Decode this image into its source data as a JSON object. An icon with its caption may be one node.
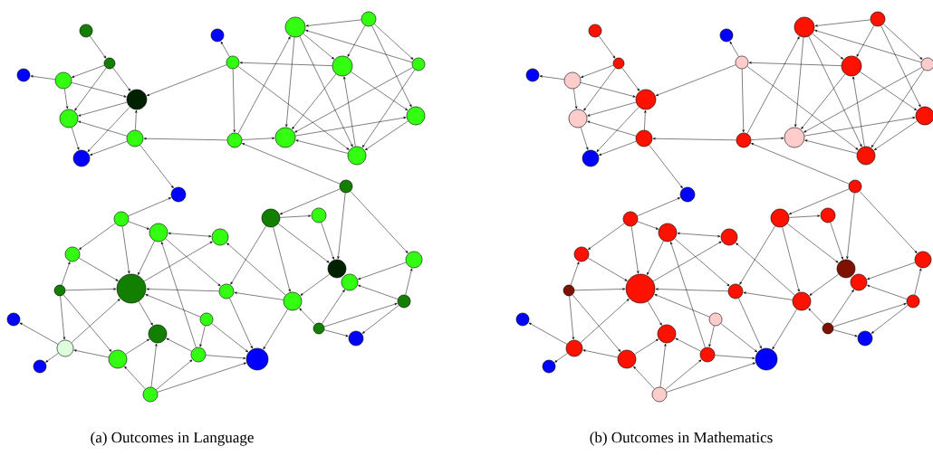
{
  "diagram": {
    "nodes": [
      {
        "text": [],
        "shape": "circle"
      },
      {
        "text": [],
        "shape": "circle"
      },
      {
        "text": [],
        "shape": "circle"
      },
      {
        "text": [],
        "shape": "circle"
      },
      {
        "text": [],
        "shape": "circle"
      },
      {
        "text": [],
        "shape": "circle"
      },
      {
        "text": [],
        "shape": "circle"
      },
      {
        "text": [],
        "shape": "circle"
      },
      {
        "text": [],
        "shape": "circle"
      },
      {
        "text": [],
        "shape": "circle"
      },
      {
        "text": [],
        "shape": "circle"
      },
      {
        "text": [],
        "shape": "circle"
      },
      {
        "text": [],
        "shape": "circle"
      },
      {
        "text": [],
        "shape": "circle"
      },
      {
        "text": [],
        "shape": "circle"
      },
      {
        "text": [],
        "shape": "circle"
      },
      {
        "text": [],
        "shape": "circle"
      },
      {
        "text": [],
        "shape": "circle"
      },
      {
        "text": [],
        "shape": "circle"
      },
      {
        "text": [],
        "shape": "circle"
      },
      {
        "text": [],
        "shape": "circle"
      },
      {
        "text": [],
        "shape": "circle"
      },
      {
        "text": [],
        "shape": "circle"
      },
      {
        "text": [],
        "shape": "circle"
      },
      {
        "text": [],
        "shape": "circle"
      },
      {
        "text": [],
        "shape": "circle"
      },
      {
        "text": [],
        "shape": "circle"
      },
      {
        "text": [],
        "shape": "circle"
      },
      {
        "text": [],
        "shape": "circle"
      },
      {
        "text": [],
        "shape": "circle"
      },
      {
        "text": [],
        "shape": "circle"
      },
      {
        "text": [],
        "shape": "circle"
      },
      {
        "text": [],
        "shape": "circle"
      },
      {
        "text": [],
        "shape": "circle"
      },
      {
        "text": [],
        "shape": "circle"
      },
      {
        "text": [],
        "shape": "circle"
      },
      {
        "text": [],
        "shape": "circle"
      },
      {
        "text": [],
        "shape": "circle"
      },
      {
        "text": [],
        "shape": "circle"
      },
      {
        "text": [],
        "shape": "circle"
      },
      {
        "text": [],
        "shape": "circle"
      },
      {
        "text": [],
        "shape": "circle"
      },
      {
        "text": [],
        "shape": "circle"
      },
      {
        "text": [],
        "shape": "circle"
      },
      {
        "text": [],
        "shape": "circle"
      },
      {
        "text": [],
        "shape": "circle"
      },
      {
        "text": [],
        "shape": "circle"
      },
      {
        "text": [],
        "shape": "circle"
      },
      {
        "text": [],
        "shape": "circle"
      },
      {
        "text": [],
        "shape": "circle"
      },
      {
        "text": [],
        "shape": "circle"
      },
      {
        "text": [],
        "shape": "circle"
      },
      {
        "text": [],
        "shape": "circle"
      },
      {
        "text": [],
        "shape": "circle"
      },
      {
        "text": [],
        "shape": "circle"
      },
      {
        "text": [],
        "shape": "circle"
      },
      {
        "text": [],
        "shape": "circle"
      },
      {
        "text": [],
        "shape": "circle"
      },
      {
        "text": [],
        "shape": "circle"
      },
      {
        "text": [],
        "shape": "circle"
      },
      {
        "text": [],
        "shape": "circle"
      },
      {
        "text": [],
        "shape": "circle"
      },
      {
        "text": [],
        "shape": "circle"
      },
      {
        "text": [],
        "shape": "circle"
      },
      {
        "text": [],
        "shape": "circle"
      },
      {
        "text": [],
        "shape": "circle"
      },
      {
        "text": [],
        "shape": "circle"
      },
      {
        "text": [],
        "shape": "circle"
      },
      {
        "text": [],
        "shape": "circle"
      },
      {
        "text": [],
        "shape": "circle"
      },
      {
        "text": [],
        "shape": "circle"
      },
      {
        "text": [],
        "shape": "circle"
      },
      {
        "text": [],
        "shape": "circle"
      },
      {
        "text": [],
        "shape": "circle"
      },
      {
        "text": [],
        "shape": "circle"
      },
      {
        "text": [],
        "shape": "circle"
      },
      {
        "text": [],
        "shape": "circle"
      },
      {
        "text": [],
        "shape": "circle"
      },
      {
        "text": [],
        "shape": "circle"
      },
      {
        "text": [],
        "shape": "circle"
      },
      {
        "text": [],
        "shape": "circle"
      },
      {
        "text": [],
        "shape": "circle"
      },
      {
        "text": [],
        "shape": "circle"
      },
      {
        "text": [],
        "shape": "circle"
      },
      {
        "text": [],
        "shape": "circle"
      },
      {
        "text": [],
        "shape": "circle"
      },
      {
        "text": [],
        "shape": "circle"
      },
      {
        "text": [],
        "shape": "circle"
      },
      {
        "text": [],
        "shape": "circle"
      },
      {
        "text": [],
        "shape": "circle"
      }
    ],
    "edges": [
      {
        "from": 0,
        "to": 1,
        "arrow": "to"
      },
      {
        "from": 1,
        "to": 3,
        "arrow": "to"
      },
      {
        "from": 1,
        "to": 4,
        "arrow": "to"
      },
      {
        "from": 1,
        "to": 5,
        "arrow": "to"
      },
      {
        "from": 3,
        "to": 2,
        "arrow": "to"
      },
      {
        "from": 3,
        "to": 4,
        "arrow": "to"
      },
      {
        "from": 3,
        "to": 5,
        "arrow": "to"
      },
      {
        "from": 4,
        "to": 5,
        "arrow": "to"
      },
      {
        "from": 6,
        "to": 5,
        "arrow": "to"
      },
      {
        "from": 5,
        "to": 7,
        "arrow": "to"
      },
      {
        "from": 4,
        "to": 7,
        "arrow": "to"
      },
      {
        "from": 6,
        "to": 4,
        "arrow": "to"
      },
      {
        "from": 6,
        "to": 7,
        "arrow": "to"
      },
      {
        "from": 10,
        "to": 4,
        "arrow": "to"
      },
      {
        "from": 16,
        "to": 6,
        "arrow": "to"
      },
      {
        "from": 6,
        "to": 8,
        "arrow": "to"
      },
      {
        "from": 20,
        "to": 8,
        "arrow": "to"
      },
      {
        "from": 10,
        "to": 9,
        "arrow": "to"
      },
      {
        "from": 13,
        "to": 10,
        "arrow": "to"
      },
      {
        "from": 10,
        "to": 16,
        "arrow": "to"
      },
      {
        "from": 10,
        "to": 18,
        "arrow": "to"
      },
      {
        "from": 16,
        "to": 11,
        "arrow": "to"
      },
      {
        "from": 16,
        "to": 17,
        "arrow": "to"
      },
      {
        "from": 11,
        "to": 17,
        "arrow": "to"
      },
      {
        "from": 11,
        "to": 13,
        "arrow": "to"
      },
      {
        "from": 11,
        "to": 18,
        "arrow": "to"
      },
      {
        "from": 12,
        "to": 11,
        "arrow": "to"
      },
      {
        "from": 12,
        "to": 13,
        "arrow": "to"
      },
      {
        "from": 12,
        "to": 14,
        "arrow": "to"
      },
      {
        "from": 12,
        "to": 15,
        "arrow": "to"
      },
      {
        "from": 14,
        "to": 11,
        "arrow": "to"
      },
      {
        "from": 14,
        "to": 17,
        "arrow": "to"
      },
      {
        "from": 14,
        "to": 18,
        "arrow": "to"
      },
      {
        "from": 13,
        "to": 17,
        "arrow": "to"
      },
      {
        "from": 18,
        "to": 13,
        "arrow": "to"
      },
      {
        "from": 13,
        "to": 15,
        "arrow": "to"
      },
      {
        "from": 17,
        "to": 15,
        "arrow": "to"
      },
      {
        "from": 18,
        "to": 17,
        "arrow": "to"
      },
      {
        "from": 15,
        "to": 18,
        "arrow": "to"
      },
      {
        "from": 19,
        "to": 16,
        "arrow": "to"
      },
      {
        "from": 19,
        "to": 34,
        "arrow": "to"
      },
      {
        "from": 19,
        "to": 36,
        "arrow": "to"
      },
      {
        "from": 19,
        "to": 37,
        "arrow": "to"
      },
      {
        "from": 20,
        "to": 22,
        "arrow": "to"
      },
      {
        "from": 20,
        "to": 21,
        "arrow": "to"
      },
      {
        "from": 20,
        "to": 23,
        "arrow": "to"
      },
      {
        "from": 21,
        "to": 23,
        "arrow": "to"
      },
      {
        "from": 21,
        "to": 33,
        "arrow": "both"
      },
      {
        "from": 23,
        "to": 33,
        "arrow": "to"
      },
      {
        "from": 39,
        "to": 23,
        "arrow": "to"
      },
      {
        "from": 22,
        "to": 23,
        "arrow": "to"
      },
      {
        "from": 24,
        "to": 22,
        "arrow": "to"
      },
      {
        "from": 24,
        "to": 23,
        "arrow": "to"
      },
      {
        "from": 24,
        "to": 28,
        "arrow": "to"
      },
      {
        "from": 24,
        "to": 29,
        "arrow": "to"
      },
      {
        "from": 28,
        "to": 25,
        "arrow": "to"
      },
      {
        "from": 28,
        "to": 31,
        "arrow": "to"
      },
      {
        "from": 28,
        "to": 23,
        "arrow": "to"
      },
      {
        "from": 29,
        "to": 28,
        "arrow": "to"
      },
      {
        "from": 23,
        "to": 26,
        "arrow": "to"
      },
      {
        "from": 27,
        "to": 23,
        "arrow": "to"
      },
      {
        "from": 30,
        "to": 21,
        "arrow": "to"
      },
      {
        "from": 21,
        "to": 39,
        "arrow": "to"
      },
      {
        "from": 27,
        "to": 30,
        "arrow": "to"
      },
      {
        "from": 30,
        "to": 26,
        "arrow": "to"
      },
      {
        "from": 32,
        "to": 30,
        "arrow": "to"
      },
      {
        "from": 32,
        "to": 26,
        "arrow": "to"
      },
      {
        "from": 32,
        "to": 29,
        "arrow": "to"
      },
      {
        "from": 29,
        "to": 26,
        "arrow": "to"
      },
      {
        "from": 32,
        "to": 44,
        "arrow": "to"
      },
      {
        "from": 30,
        "to": 44,
        "arrow": "to"
      },
      {
        "from": 27,
        "to": 44,
        "arrow": "to"
      },
      {
        "from": 39,
        "to": 44,
        "arrow": "to"
      },
      {
        "from": 40,
        "to": 44,
        "arrow": "to"
      },
      {
        "from": 40,
        "to": 39,
        "arrow": "to"
      },
      {
        "from": 40,
        "to": 33,
        "arrow": "to"
      },
      {
        "from": 34,
        "to": 39,
        "arrow": "to"
      },
      {
        "from": 34,
        "to": 40,
        "arrow": "to"
      },
      {
        "from": 34,
        "to": 35,
        "arrow": "to"
      },
      {
        "from": 34,
        "to": 36,
        "arrow": "to"
      },
      {
        "from": 35,
        "to": 36,
        "arrow": "to"
      },
      {
        "from": 36,
        "to": 40,
        "arrow": "to"
      },
      {
        "from": 42,
        "to": 40,
        "arrow": "to"
      },
      {
        "from": 42,
        "to": 38,
        "arrow": "to"
      },
      {
        "from": 42,
        "to": 41,
        "arrow": "to"
      },
      {
        "from": 42,
        "to": 43,
        "arrow": "to"
      },
      {
        "from": 41,
        "to": 38,
        "arrow": "to"
      },
      {
        "from": 41,
        "to": 37,
        "arrow": "to"
      },
      {
        "from": 41,
        "to": 43,
        "arrow": "to"
      },
      {
        "from": 37,
        "to": 38,
        "arrow": "to"
      },
      {
        "from": 45,
        "to": 46,
        "arrow": "to"
      },
      {
        "from": 46,
        "to": 48,
        "arrow": "to"
      },
      {
        "from": 46,
        "to": 49,
        "arrow": "to"
      },
      {
        "from": 46,
        "to": 50,
        "arrow": "to"
      },
      {
        "from": 48,
        "to": 47,
        "arrow": "to"
      },
      {
        "from": 48,
        "to": 49,
        "arrow": "to"
      },
      {
        "from": 48,
        "to": 50,
        "arrow": "to"
      },
      {
        "from": 49,
        "to": 50,
        "arrow": "to"
      },
      {
        "from": 51,
        "to": 50,
        "arrow": "to"
      },
      {
        "from": 50,
        "to": 52,
        "arrow": "to"
      },
      {
        "from": 49,
        "to": 52,
        "arrow": "to"
      },
      {
        "from": 51,
        "to": 49,
        "arrow": "to"
      },
      {
        "from": 51,
        "to": 52,
        "arrow": "to"
      },
      {
        "from": 55,
        "to": 49,
        "arrow": "to"
      },
      {
        "from": 61,
        "to": 51,
        "arrow": "to"
      },
      {
        "from": 51,
        "to": 53,
        "arrow": "to"
      },
      {
        "from": 65,
        "to": 53,
        "arrow": "to"
      },
      {
        "from": 55,
        "to": 54,
        "arrow": "to"
      },
      {
        "from": 58,
        "to": 55,
        "arrow": "to"
      },
      {
        "from": 55,
        "to": 61,
        "arrow": "to"
      },
      {
        "from": 55,
        "to": 63,
        "arrow": "to"
      },
      {
        "from": 61,
        "to": 56,
        "arrow": "to"
      },
      {
        "from": 61,
        "to": 62,
        "arrow": "to"
      },
      {
        "from": 56,
        "to": 62,
        "arrow": "to"
      },
      {
        "from": 56,
        "to": 58,
        "arrow": "to"
      },
      {
        "from": 56,
        "to": 63,
        "arrow": "to"
      },
      {
        "from": 57,
        "to": 56,
        "arrow": "to"
      },
      {
        "from": 57,
        "to": 58,
        "arrow": "to"
      },
      {
        "from": 57,
        "to": 59,
        "arrow": "to"
      },
      {
        "from": 57,
        "to": 60,
        "arrow": "to"
      },
      {
        "from": 59,
        "to": 56,
        "arrow": "to"
      },
      {
        "from": 59,
        "to": 62,
        "arrow": "to"
      },
      {
        "from": 59,
        "to": 63,
        "arrow": "to"
      },
      {
        "from": 58,
        "to": 62,
        "arrow": "to"
      },
      {
        "from": 63,
        "to": 58,
        "arrow": "to"
      },
      {
        "from": 58,
        "to": 60,
        "arrow": "to"
      },
      {
        "from": 62,
        "to": 60,
        "arrow": "to"
      },
      {
        "from": 63,
        "to": 62,
        "arrow": "to"
      },
      {
        "from": 60,
        "to": 63,
        "arrow": "to"
      },
      {
        "from": 64,
        "to": 61,
        "arrow": "to"
      },
      {
        "from": 64,
        "to": 79,
        "arrow": "to"
      },
      {
        "from": 64,
        "to": 81,
        "arrow": "to"
      },
      {
        "from": 64,
        "to": 82,
        "arrow": "to"
      },
      {
        "from": 65,
        "to": 67,
        "arrow": "to"
      },
      {
        "from": 65,
        "to": 66,
        "arrow": "to"
      },
      {
        "from": 65,
        "to": 68,
        "arrow": "to"
      },
      {
        "from": 66,
        "to": 68,
        "arrow": "to"
      },
      {
        "from": 66,
        "to": 78,
        "arrow": "both"
      },
      {
        "from": 68,
        "to": 78,
        "arrow": "to"
      },
      {
        "from": 84,
        "to": 68,
        "arrow": "to"
      },
      {
        "from": 67,
        "to": 68,
        "arrow": "to"
      },
      {
        "from": 69,
        "to": 67,
        "arrow": "to"
      },
      {
        "from": 69,
        "to": 68,
        "arrow": "to"
      },
      {
        "from": 69,
        "to": 73,
        "arrow": "to"
      },
      {
        "from": 69,
        "to": 74,
        "arrow": "to"
      },
      {
        "from": 73,
        "to": 70,
        "arrow": "to"
      },
      {
        "from": 73,
        "to": 76,
        "arrow": "to"
      },
      {
        "from": 73,
        "to": 68,
        "arrow": "to"
      },
      {
        "from": 74,
        "to": 73,
        "arrow": "to"
      },
      {
        "from": 68,
        "to": 71,
        "arrow": "to"
      },
      {
        "from": 72,
        "to": 68,
        "arrow": "to"
      },
      {
        "from": 75,
        "to": 66,
        "arrow": "to"
      },
      {
        "from": 66,
        "to": 84,
        "arrow": "to"
      },
      {
        "from": 72,
        "to": 75,
        "arrow": "to"
      },
      {
        "from": 75,
        "to": 71,
        "arrow": "to"
      },
      {
        "from": 77,
        "to": 75,
        "arrow": "to"
      },
      {
        "from": 77,
        "to": 71,
        "arrow": "to"
      },
      {
        "from": 77,
        "to": 74,
        "arrow": "to"
      },
      {
        "from": 74,
        "to": 71,
        "arrow": "to"
      },
      {
        "from": 77,
        "to": 89,
        "arrow": "to"
      },
      {
        "from": 75,
        "to": 89,
        "arrow": "to"
      },
      {
        "from": 72,
        "to": 89,
        "arrow": "to"
      },
      {
        "from": 84,
        "to": 89,
        "arrow": "to"
      },
      {
        "from": 85,
        "to": 89,
        "arrow": "to"
      },
      {
        "from": 85,
        "to": 84,
        "arrow": "to"
      },
      {
        "from": 85,
        "to": 78,
        "arrow": "to"
      },
      {
        "from": 79,
        "to": 84,
        "arrow": "to"
      },
      {
        "from": 79,
        "to": 85,
        "arrow": "to"
      },
      {
        "from": 79,
        "to": 80,
        "arrow": "to"
      },
      {
        "from": 79,
        "to": 81,
        "arrow": "to"
      },
      {
        "from": 80,
        "to": 81,
        "arrow": "to"
      },
      {
        "from": 81,
        "to": 85,
        "arrow": "to"
      },
      {
        "from": 87,
        "to": 85,
        "arrow": "to"
      },
      {
        "from": 87,
        "to": 83,
        "arrow": "to"
      },
      {
        "from": 87,
        "to": 86,
        "arrow": "to"
      },
      {
        "from": 87,
        "to": 88,
        "arrow": "to"
      },
      {
        "from": 86,
        "to": 83,
        "arrow": "to"
      },
      {
        "from": 86,
        "to": 82,
        "arrow": "to"
      },
      {
        "from": 86,
        "to": 88,
        "arrow": "to"
      },
      {
        "from": 82,
        "to": 83,
        "arrow": "to"
      }
    ],
    "labels": [
      "(a) Outcomes in Language",
      "(b) Outcomes in Mathematics"
    ]
  }
}
